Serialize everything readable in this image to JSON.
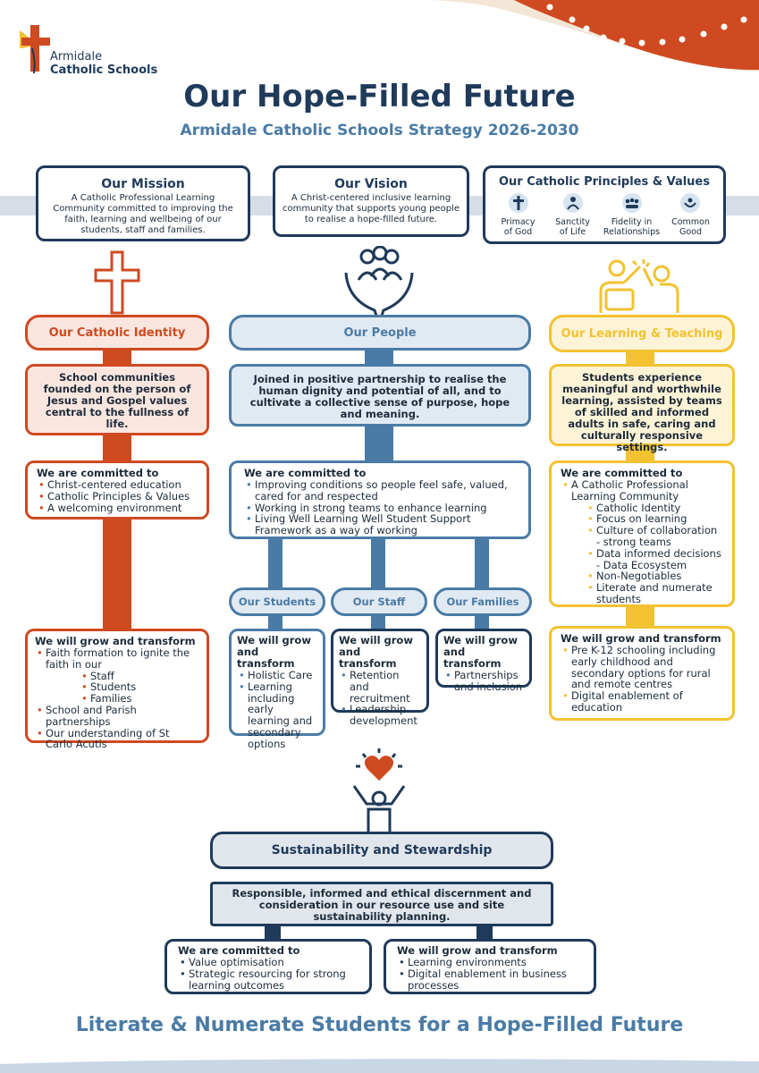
{
  "brand": {
    "line1": "Armidale",
    "line2": "Catholic Schools"
  },
  "title": "Our Hope-Filled Future",
  "subtitle": "Armidale Catholic Schools Strategy 2026-2030",
  "mission": {
    "heading": "Our Mission",
    "text": "A Catholic Professional Learning Community committed to improving the faith, learning and wellbeing of our students, staff and families."
  },
  "vision": {
    "heading": "Our Vision",
    "text": "A Christ-centered inclusive learning community that supports young people to realise a hope-filled future."
  },
  "principles": {
    "heading": "Our Catholic Principles & Values",
    "items": [
      {
        "label1": "Primacy",
        "label2": "of God",
        "icon": "cross-icon"
      },
      {
        "label1": "Sanctity",
        "label2": "of Life",
        "icon": "person-icon"
      },
      {
        "label1": "Fidelity in",
        "label2": "Relationships",
        "icon": "group-icon"
      },
      {
        "label1": "Common",
        "label2": "Good",
        "icon": "hands-icon"
      }
    ]
  },
  "identity": {
    "title": "Our Catholic Identity",
    "statement": "School communities founded on the person of Jesus and Gospel values central to the fullness of life.",
    "committed_heading": "We are committed to",
    "committed": [
      "Christ-centered education",
      "Catholic Principles & Values",
      "A welcoming environment"
    ],
    "grow_heading": "We will grow and transform",
    "grow_a": "Faith formation to ignite the faith in our",
    "grow_sub": [
      "Staff",
      "Students",
      "Families"
    ],
    "grow_b": [
      "School and Parish partnerships",
      "Our understanding of St Carlo Acutis"
    ]
  },
  "people": {
    "title": "Our People",
    "statement": "Joined in positive partnership to realise the human dignity and potential of all, and to cultivate a collective sense of purpose, hope and meaning.",
    "committed_heading": "We are committed to",
    "committed": [
      "Improving conditions so people feel safe, valued, cared for and respected",
      "Working in strong teams to enhance learning",
      "Living Well Learning Well Student Support Framework as a way of working"
    ],
    "students": {
      "title": "Our Students",
      "grow_heading": "We will grow and transform",
      "items": [
        "Holistic Care",
        "Learning including early learning and secondary options"
      ]
    },
    "staff": {
      "title": "Our Staff",
      "grow_heading": "We will grow and transform",
      "items": [
        "Retention and recruitment",
        "Leadership development"
      ]
    },
    "families": {
      "title": "Our Families",
      "grow_heading": "We will grow and transform",
      "items": [
        "Partnerships and inclusion"
      ]
    }
  },
  "learning": {
    "title": "Our Learning & Teaching",
    "statement": "Students experience meaningful and worthwhile learning, assisted by teams of skilled and informed adults in safe, caring and culturally responsive settings.",
    "committed_heading": "We are committed to",
    "committed_main": "A Catholic Professional Learning Community",
    "committed_sub": [
      "Catholic Identity",
      "Focus on learning",
      "Culture of collaboration - strong teams",
      "Data informed decisions - Data Ecosystem",
      "Non-Negotiables",
      "Literate and numerate students"
    ],
    "grow_heading": "We will grow and transform",
    "grow": [
      "Pre K-12 schooling including early childhood and secondary options for rural and remote centres",
      "Digital enablement of education"
    ]
  },
  "sustainability": {
    "title": "Sustainability and Stewardship",
    "statement": "Responsible, informed and ethical discernment and consideration in our resource use and site sustainability planning.",
    "committed_heading": "We are committed to",
    "committed": [
      "Value optimisation",
      "Strategic resourcing for strong learning outcomes"
    ],
    "grow_heading": "We will grow and transform",
    "grow": [
      "Learning environments",
      "Digital enablement in business processes"
    ]
  },
  "footer": "Literate & Numerate Students for a Hope-Filled Future",
  "colors": {
    "navy": "#1f3a5a",
    "orange": "#cf4a20",
    "blue": "#4a7ba6",
    "yellow": "#f2c230"
  }
}
